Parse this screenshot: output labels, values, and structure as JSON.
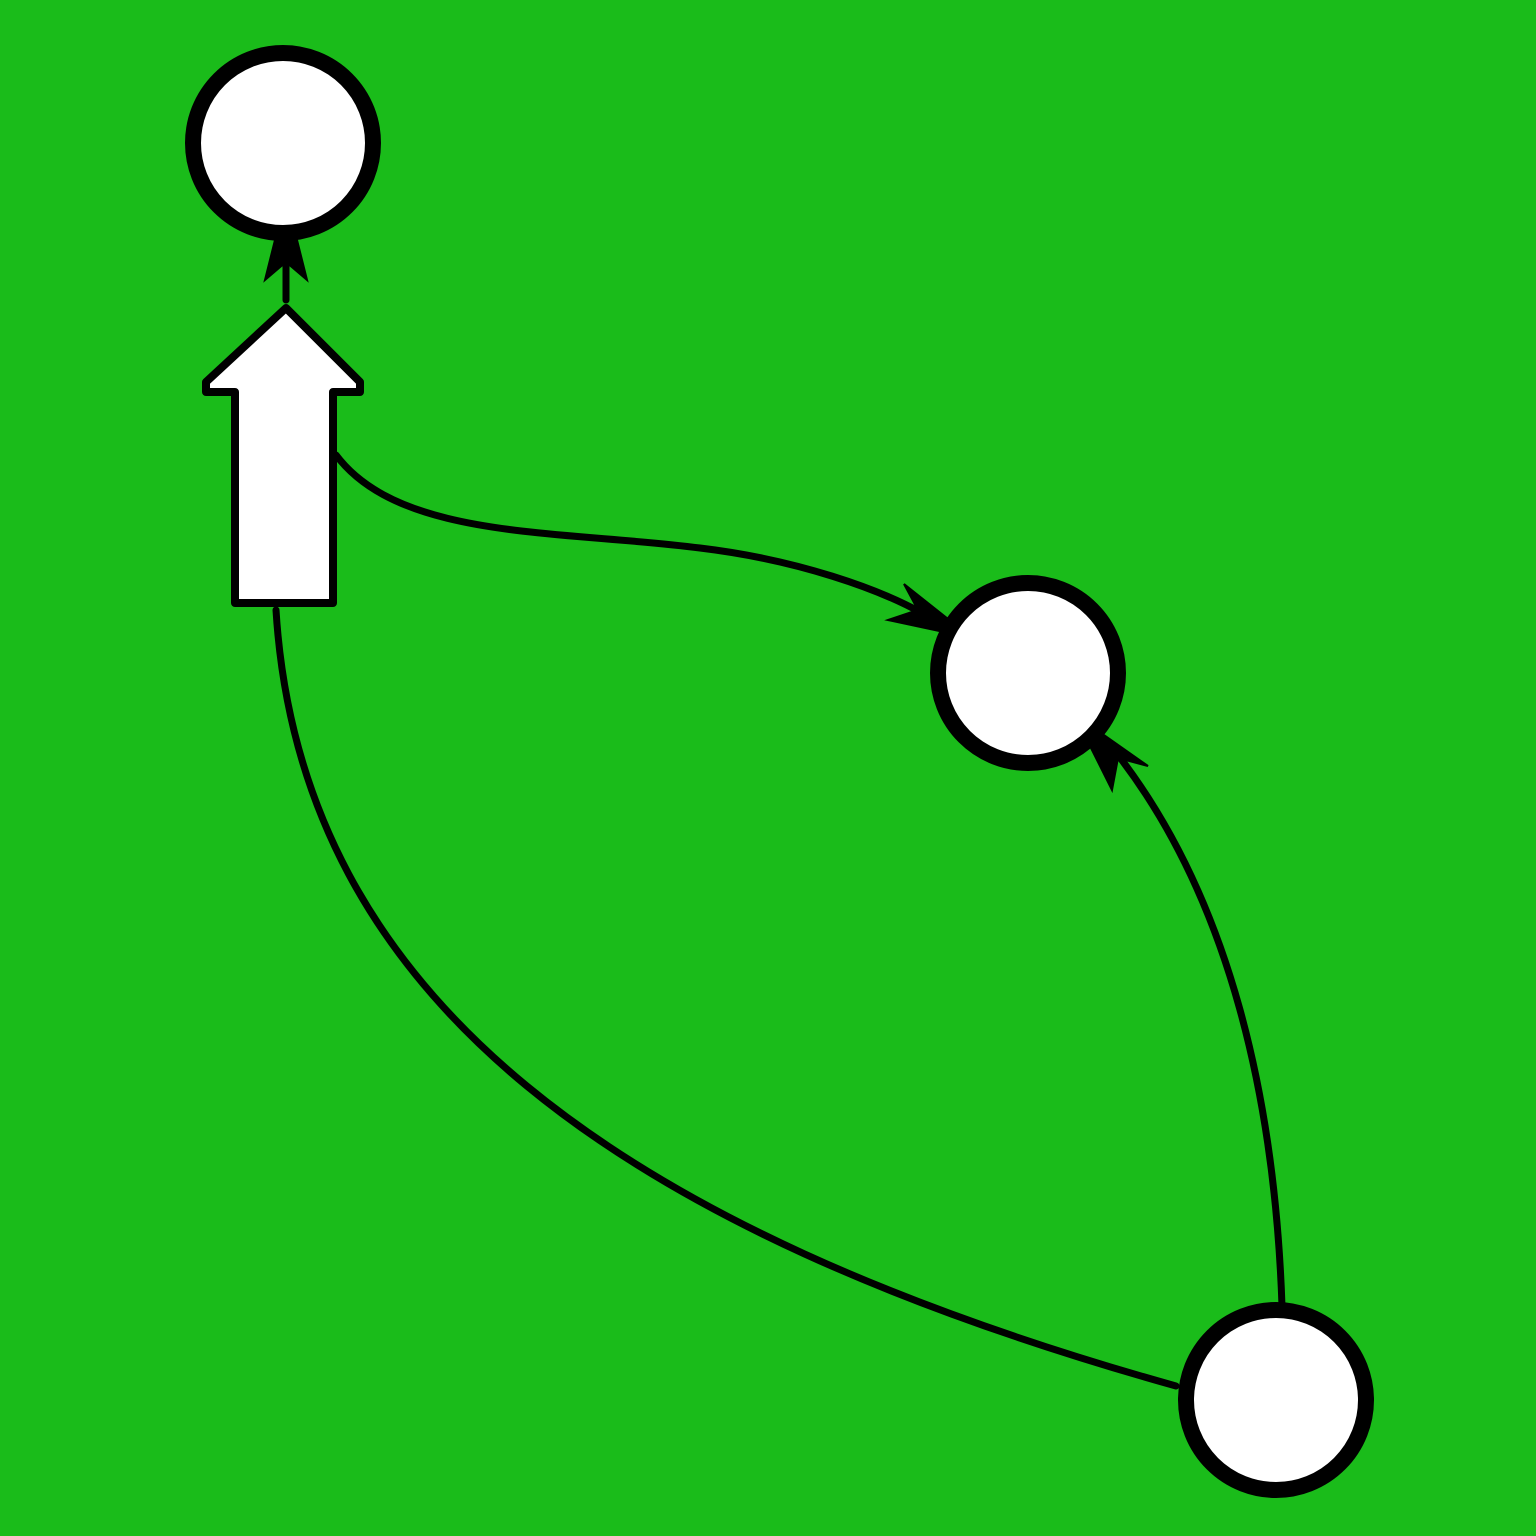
{
  "diagram": {
    "background_color": "#1abc1a",
    "node_fill": "#ffffff",
    "stroke_color": "#000000",
    "nodes": [
      {
        "id": "node-top-left",
        "shape": "circle"
      },
      {
        "id": "node-middle-right",
        "shape": "circle"
      },
      {
        "id": "node-bottom-right",
        "shape": "circle"
      },
      {
        "id": "node-up-arrow",
        "shape": "block-arrow-up"
      }
    ],
    "edges": [
      {
        "id": "edge-up-arrow-to-top-left",
        "from": "node-up-arrow",
        "to": "node-top-left",
        "directed": true
      },
      {
        "id": "edge-up-arrow-to-middle-right",
        "from": "node-up-arrow",
        "to": "node-middle-right",
        "directed": true
      },
      {
        "id": "edge-bottom-right-to-middle-right",
        "from": "node-bottom-right",
        "to": "node-middle-right",
        "directed": true
      },
      {
        "id": "edge-bottom-right-to-up-arrow",
        "from": "node-bottom-right",
        "to": "node-up-arrow",
        "directed": false
      }
    ]
  }
}
